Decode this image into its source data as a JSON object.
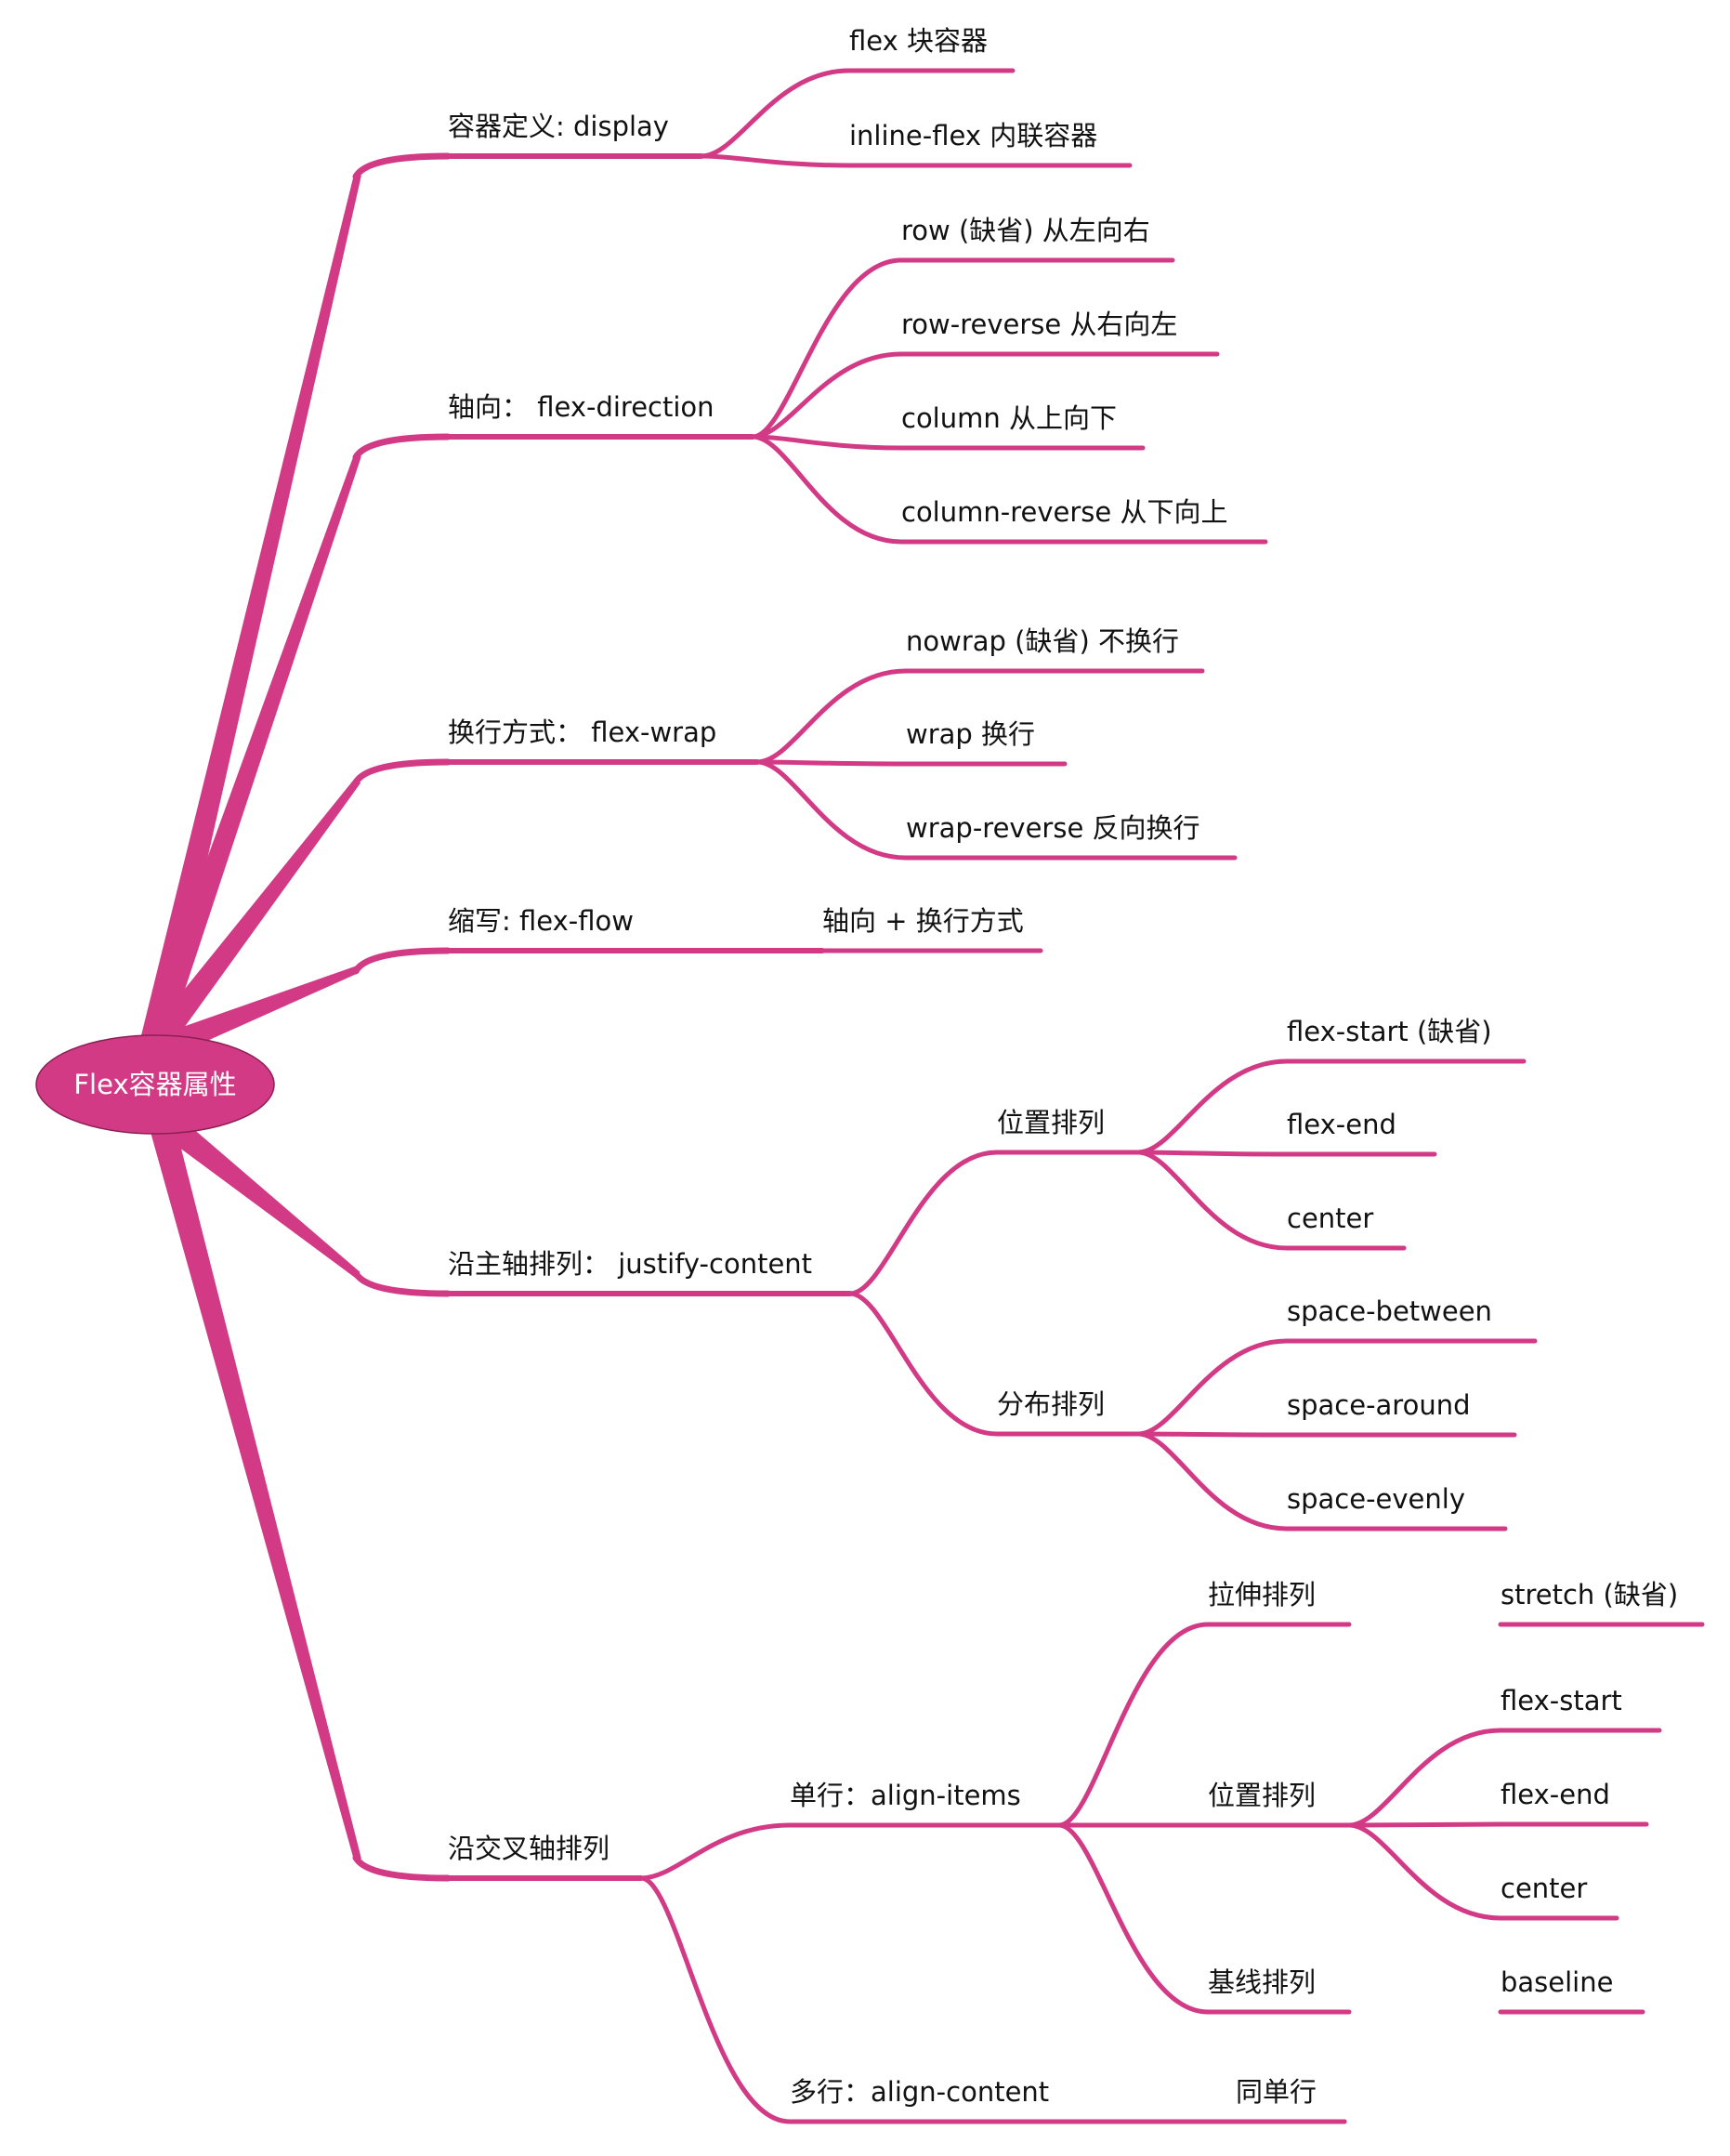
{
  "accent_color": "#d23a86",
  "root": {
    "label": "Flex容器属性"
  },
  "branches": [
    {
      "label": "容器定义: display",
      "children": [
        {
          "label": "flex 块容器"
        },
        {
          "label": "inline-flex 内联容器"
        }
      ]
    },
    {
      "label": "轴向： flex-direction",
      "children": [
        {
          "label": "row (缺省) 从左向右"
        },
        {
          "label": "row-reverse 从右向左"
        },
        {
          "label": "column 从上向下"
        },
        {
          "label": "column-reverse 从下向上"
        }
      ]
    },
    {
      "label": "换行方式： flex-wrap",
      "children": [
        {
          "label": "nowrap (缺省) 不换行"
        },
        {
          "label": "wrap 换行"
        },
        {
          "label": "wrap-reverse 反向换行"
        }
      ]
    },
    {
      "label": "缩写: flex-flow",
      "children": [
        {
          "label": "轴向 + 换行方式"
        }
      ]
    },
    {
      "label": "沿主轴排列： justify-content",
      "children": [
        {
          "label": "位置排列",
          "children": [
            {
              "label": "flex-start (缺省)"
            },
            {
              "label": "flex-end"
            },
            {
              "label": "center"
            }
          ]
        },
        {
          "label": "分布排列",
          "children": [
            {
              "label": "space-between"
            },
            {
              "label": "space-around"
            },
            {
              "label": "space-evenly"
            }
          ]
        }
      ]
    },
    {
      "label": "沿交叉轴排列",
      "children": [
        {
          "label": "单行：align-items",
          "children": [
            {
              "label": "拉伸排列",
              "children": [
                {
                  "label": "stretch (缺省)"
                }
              ]
            },
            {
              "label": "位置排列",
              "children": [
                {
                  "label": "flex-start"
                },
                {
                  "label": "flex-end"
                },
                {
                  "label": "center"
                }
              ]
            },
            {
              "label": "基线排列",
              "children": [
                {
                  "label": "baseline"
                }
              ]
            }
          ]
        },
        {
          "label": "多行：align-content",
          "children": [
            {
              "label": "同单行"
            }
          ]
        }
      ]
    }
  ]
}
